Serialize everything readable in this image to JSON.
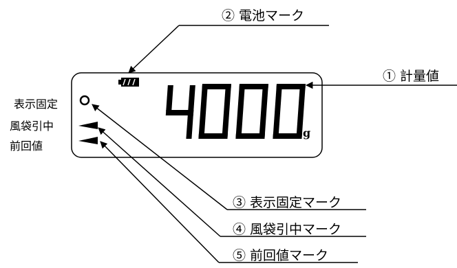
{
  "display": {
    "weight_value": "4000",
    "unit": "g",
    "colors": {
      "segment": "#000000",
      "frame": "#000000",
      "background": "#ffffff"
    }
  },
  "side_labels": [
    "表示固定",
    "風袋引中",
    "前回値"
  ],
  "callouts": {
    "battery": "② 電池マーク",
    "weight": "① 計量値",
    "hold": "③ 表示固定マーク",
    "tare": "④ 風袋引中マーク",
    "previous": "⑤ 前回値マーク"
  },
  "icons": [
    "battery-icon",
    "hold-circle-icon",
    "tare-triangle-icon",
    "previous-triangle-icon"
  ]
}
